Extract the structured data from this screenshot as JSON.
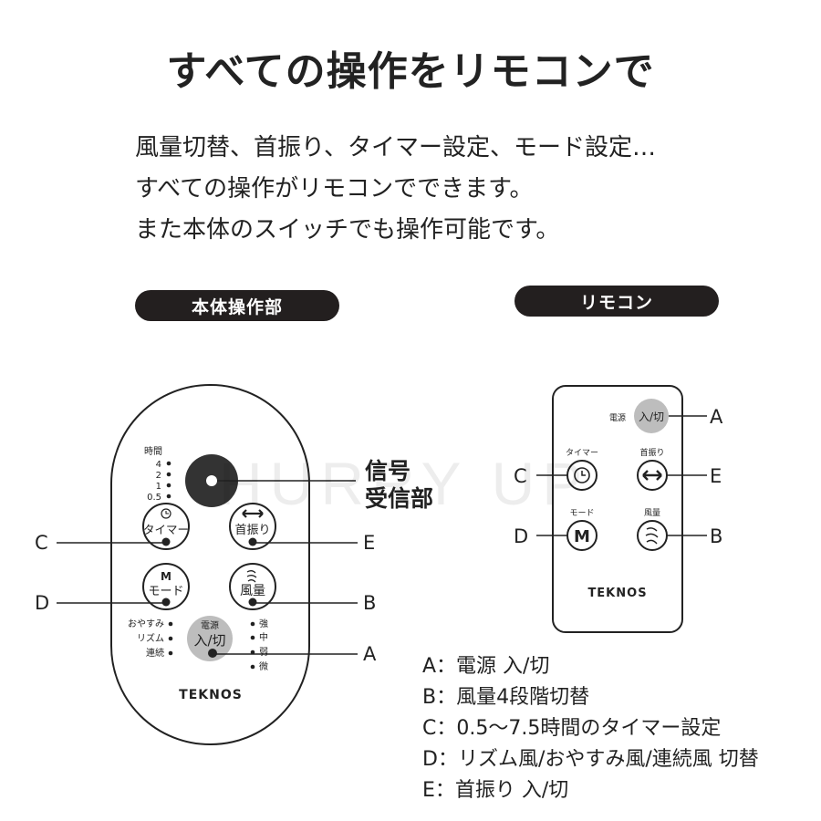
{
  "title": "すべての操作をリモコンで",
  "intro": [
    "風量切替、首振り、タイマー設定、モード設定…",
    "すべての操作がリモコンでできます。",
    "また本体のスイッチでも操作可能です。"
  ],
  "body_panel": {
    "heading": "本体操作部",
    "timer_label": "時間",
    "timer_levels": [
      "4",
      "2",
      "1",
      "0.5"
    ],
    "signal_label_1": "信号",
    "signal_label_2": "受信部",
    "timer_button": "タイマー",
    "swing_button": "首振り",
    "mode_button_top": "M",
    "mode_button": "モード",
    "fan_button": "風量",
    "power_button_top": "電源",
    "power_button": "入/切",
    "mode_list": [
      "おやすみ",
      "リズム",
      "連続"
    ],
    "fan_list": [
      "強",
      "中",
      "弱",
      "微"
    ],
    "brand": "TEKNOS",
    "callouts": [
      "A",
      "B",
      "C",
      "D",
      "E"
    ]
  },
  "remote": {
    "heading": "リモコン",
    "power_caption": "電源",
    "power_button": "入/切",
    "timer_caption": "タイマー",
    "swing_caption": "首振り",
    "mode_caption": "モード",
    "mode_button": "M",
    "fan_caption": "風量",
    "brand": "TEKNOS",
    "callouts": [
      "A",
      "B",
      "C",
      "D",
      "E"
    ]
  },
  "watermark": "HURRY UP",
  "legend": [
    "A：電源 入/切",
    "B：風量4段階切替",
    "C：0.5〜7.5時間のタイマー設定",
    "D：リズム風/おやすみ風/連続風 切替",
    "E：首振り 入/切"
  ]
}
